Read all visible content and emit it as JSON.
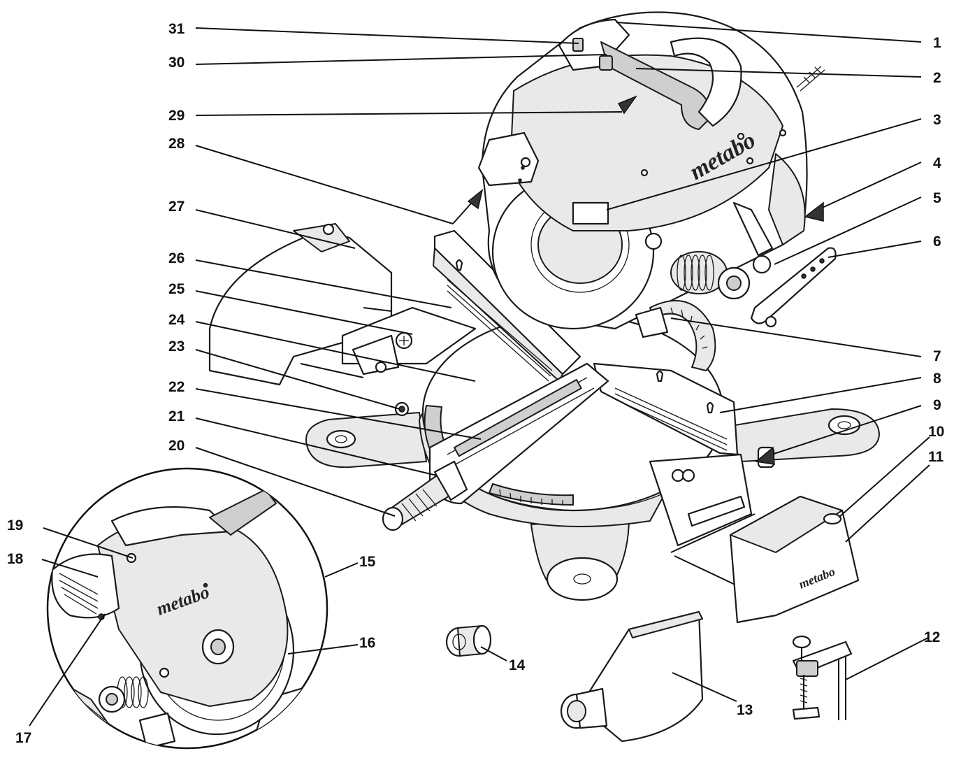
{
  "diagram": {
    "brand_labels": {
      "saw_guard": "metabo",
      "detail_guard": "metabo",
      "stop_block": "metabo"
    },
    "callouts": [
      {
        "number": "1",
        "side": "right"
      },
      {
        "number": "2",
        "side": "right"
      },
      {
        "number": "3",
        "side": "right"
      },
      {
        "number": "4",
        "side": "right"
      },
      {
        "number": "5",
        "side": "right"
      },
      {
        "number": "6",
        "side": "right"
      },
      {
        "number": "7",
        "side": "right"
      },
      {
        "number": "8",
        "side": "right"
      },
      {
        "number": "9",
        "side": "right"
      },
      {
        "number": "10",
        "side": "right"
      },
      {
        "number": "11",
        "side": "right"
      },
      {
        "number": "12",
        "side": "right"
      },
      {
        "number": "13",
        "side": "bottom"
      },
      {
        "number": "14",
        "side": "bottom"
      },
      {
        "number": "15",
        "side": "right"
      },
      {
        "number": "16",
        "side": "right"
      },
      {
        "number": "17",
        "side": "left"
      },
      {
        "number": "18",
        "side": "left"
      },
      {
        "number": "19",
        "side": "left"
      },
      {
        "number": "20",
        "side": "left"
      },
      {
        "number": "21",
        "side": "left"
      },
      {
        "number": "22",
        "side": "left"
      },
      {
        "number": "23",
        "side": "left"
      },
      {
        "number": "24",
        "side": "left"
      },
      {
        "number": "25",
        "side": "left"
      },
      {
        "number": "26",
        "side": "left"
      },
      {
        "number": "27",
        "side": "left"
      },
      {
        "number": "28",
        "side": "left"
      },
      {
        "number": "29",
        "side": "left"
      },
      {
        "number": "30",
        "side": "left"
      },
      {
        "number": "31",
        "side": "left"
      }
    ]
  }
}
